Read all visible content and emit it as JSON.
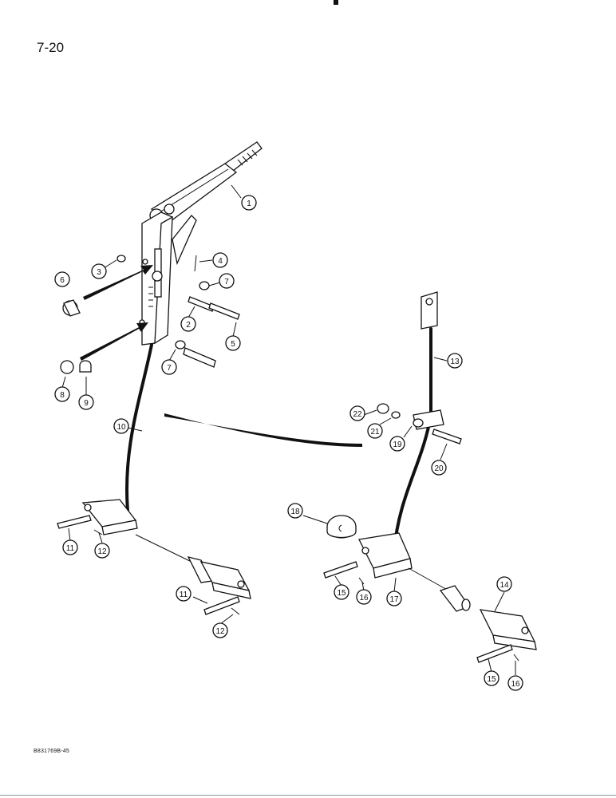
{
  "page_number": "7-20",
  "figure_code": "B831769B-45",
  "callouts": [
    "1",
    "2",
    "3",
    "4",
    "5",
    "6",
    "7",
    "7",
    "8",
    "9",
    "10",
    "11",
    "12",
    "11",
    "12",
    "13",
    "14",
    "15",
    "16",
    "15",
    "16",
    "17",
    "18",
    "19",
    "20",
    "21",
    "22"
  ]
}
